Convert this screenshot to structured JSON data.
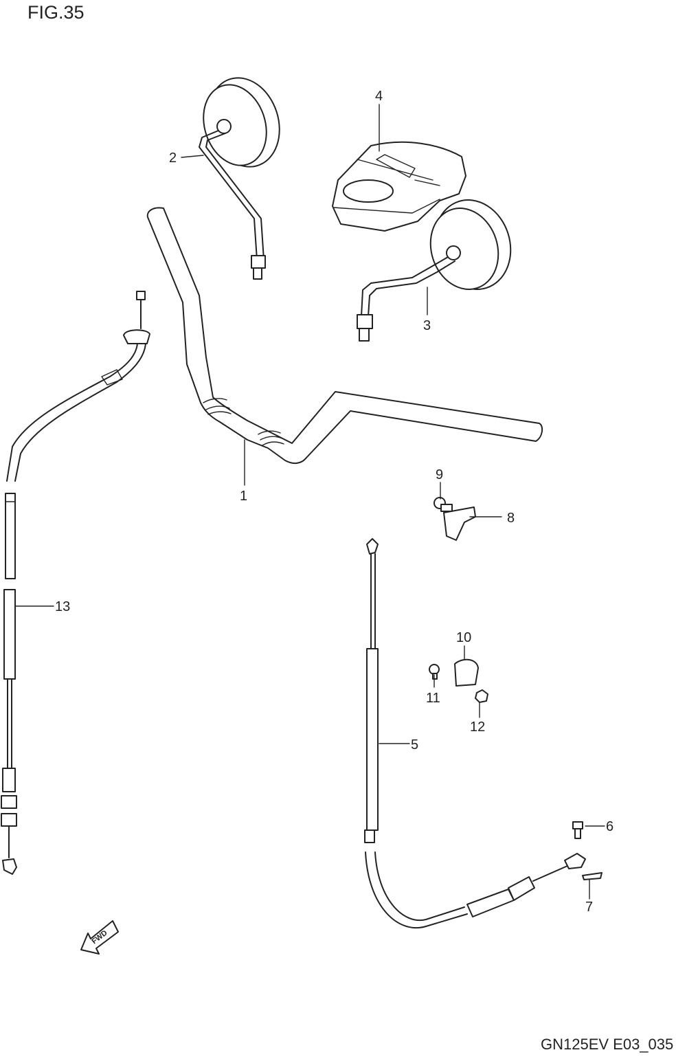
{
  "figure_title": "FIG.35",
  "drawing_code": "GN125EV E03_035",
  "forward_marker": "FWD",
  "callouts": [
    {
      "id": "1"
    },
    {
      "id": "2"
    },
    {
      "id": "3"
    },
    {
      "id": "4"
    },
    {
      "id": "5"
    },
    {
      "id": "6"
    },
    {
      "id": "7"
    },
    {
      "id": "8"
    },
    {
      "id": "9"
    },
    {
      "id": "10"
    },
    {
      "id": "11"
    },
    {
      "id": "12"
    },
    {
      "id": "13"
    }
  ]
}
